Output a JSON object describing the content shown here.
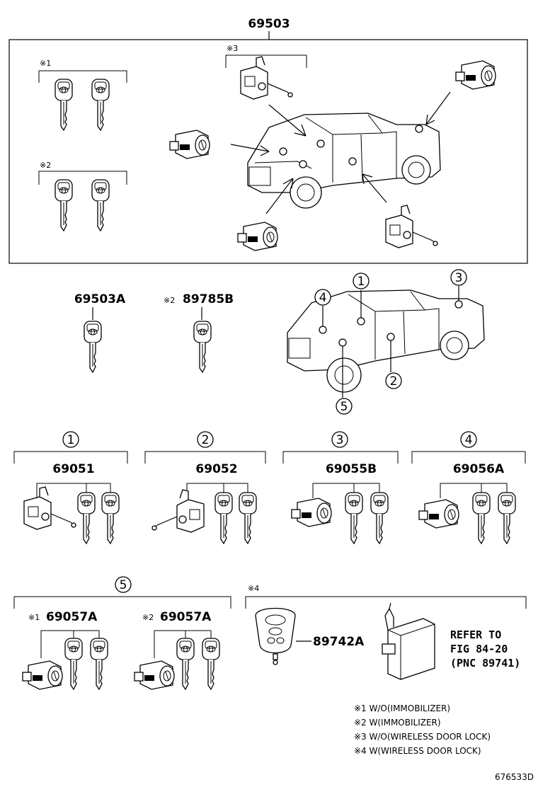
{
  "top_assembly": {
    "part_number": "69503",
    "marks": {
      "m1": "※1",
      "m2": "※2",
      "m3": "※3"
    }
  },
  "singles": [
    {
      "part_number": "69503A",
      "mark": ""
    },
    {
      "part_number": "89785B",
      "mark": "※2"
    }
  ],
  "truck_callouts": [
    "1",
    "2",
    "3",
    "4",
    "5"
  ],
  "kits": [
    {
      "callout": "1",
      "part_number": "69051"
    },
    {
      "callout": "2",
      "part_number": "69052"
    },
    {
      "callout": "3",
      "part_number": "69055B"
    },
    {
      "callout": "4",
      "part_number": "69056A"
    }
  ],
  "kit5": {
    "callout": "5",
    "variants": [
      {
        "mark": "※1",
        "part_number": "69057A"
      },
      {
        "mark": "※2",
        "part_number": "69057A"
      }
    ]
  },
  "wireless": {
    "mark": "※4",
    "part_number": "89742A",
    "refer_lines": [
      "REFER TO",
      "FIG 84-20",
      "(PNC 89741)"
    ]
  },
  "legend": [
    "※1 W/O(IMMOBILIZER)",
    "※2 W(IMMOBILIZER)",
    "※3 W/O(WIRELESS DOOR LOCK)",
    "※4 W(WIRELESS DOOR LOCK)"
  ],
  "figure_id": "676533D"
}
